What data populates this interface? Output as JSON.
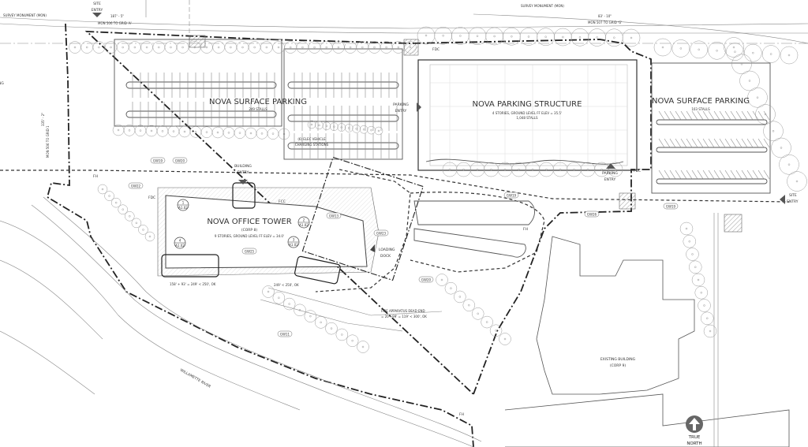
{
  "labels": {
    "site_entry_top": [
      "SITE",
      "ENTRY"
    ],
    "site_entry_right": [
      "SITE",
      "ENTRY"
    ],
    "survey_monument_left": "SURVEY MONUMENT (MON)",
    "survey_monument_right": "SURVEY MONUMENT (MON)",
    "dim_left": "187' - 5\"",
    "mon_left": "MON 506 TO GRID 'A'",
    "dim_right": "83' - 10\"",
    "mon_right": "MON 507 TO GRID 'G'",
    "mon_vertical_left": "MON 506 TO GRID 1",
    "dim_vertical_left": "335' - 2\"",
    "left_cut_text": "NG",
    "surface_parking_left": "NOVA SURFACE PARKING",
    "surface_parking_left_stalls": "249 STALLS",
    "ev_charging": [
      "(6) ELEC VEHICLE",
      "CHARGING STATIONS"
    ],
    "parking_entry_left": [
      "PARKING",
      "ENTRY"
    ],
    "parking_structure": "NOVA PARKING STRUCTURE",
    "parking_structure_sub": [
      "4 STORIES, GROUND LEVEL FF ELEV = 35.5'",
      "1,048 STALLS"
    ],
    "surface_parking_right": "NOVA SURFACE PARKING",
    "surface_parking_right_stalls": "103 STALLS",
    "parking_entry_right": [
      "PARKING",
      "ENTRY"
    ],
    "fdc": "FDC",
    "fh": "FH",
    "fcc": "FCC",
    "building_entry": [
      "BUILDING",
      "ENTRY"
    ],
    "office_tower": "NOVA OFFICE TOWER",
    "office_tower_corp": "(CORP 8)",
    "office_tower_sub": "9 STORIES, GROUND LEVEL FF ELEV = 34.0'",
    "loading_dock": [
      "LOADING",
      "DOCK"
    ],
    "fire_dead_end": [
      "FIRE APPARATUS DEAD END",
      "= 20'+99' = 119' < 300', OK"
    ],
    "calc_left": "158' + 93' = 249' < 250', OK",
    "calc_mid": "249' < 250', OK",
    "river": "WILLAMETTE RIVER",
    "existing_building": [
      "EXISTING BUILDING",
      "(CORP 9)"
    ],
    "true_north": [
      "TRUE",
      "NORTH"
    ],
    "section_marks": [
      {
        "num": "1",
        "sheet": "A1.02"
      },
      {
        "num": "2",
        "sheet": "A1.02"
      },
      {
        "num": "3",
        "sheet": "A1.02"
      },
      {
        "num": "4",
        "sheet": "A1.02"
      }
    ],
    "tags": [
      "GW19",
      "GW20",
      "GW22",
      "GW13",
      "GW23",
      "GW25",
      "GW20",
      "GW11",
      "GW19",
      "GW26",
      "GW19"
    ]
  }
}
